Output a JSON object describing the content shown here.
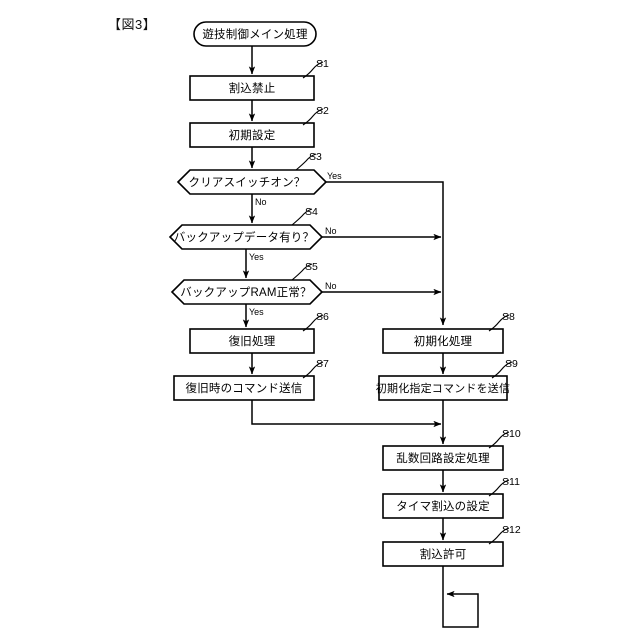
{
  "figure": {
    "label": "【図3】"
  },
  "start": {
    "id": "start",
    "text": "遊技制御メイン処理",
    "shape": "stadium"
  },
  "process_nodes": [
    {
      "step": "S1",
      "text": "割込禁止",
      "shape": "rect",
      "column": "left"
    },
    {
      "step": "S2",
      "text": "初期設定",
      "shape": "rect",
      "column": "left"
    },
    {
      "step": "S6",
      "text": "復旧処理",
      "shape": "rect",
      "column": "left"
    },
    {
      "step": "S7",
      "text": "復旧時のコマンド送信",
      "shape": "rect",
      "column": "left"
    },
    {
      "step": "S8",
      "text": "初期化処理",
      "shape": "rect",
      "column": "right"
    },
    {
      "step": "S9",
      "text": "初期化指定コマンドを送信",
      "shape": "rect",
      "column": "right"
    },
    {
      "step": "S10",
      "text": "乱数回路設定処理",
      "shape": "rect",
      "column": "right"
    },
    {
      "step": "S11",
      "text": "タイマ割込の設定",
      "shape": "rect",
      "column": "right"
    },
    {
      "step": "S12",
      "text": "割込許可",
      "shape": "rect",
      "column": "right"
    }
  ],
  "decision_nodes": [
    {
      "step": "S3",
      "text": "クリアスイッチオン？",
      "shape": "hexagon",
      "yes": "Yes",
      "no": "No"
    },
    {
      "step": "S4",
      "text": "バックアップデータ有り？",
      "shape": "hexagon",
      "yes": "Yes",
      "no": "No"
    },
    {
      "step": "S5",
      "text": "バックアップRAM正常？",
      "shape": "hexagon",
      "yes": "Yes",
      "no": "No"
    }
  ],
  "edge_labels": {
    "s3_yes": "Yes",
    "s3_no": "No",
    "s4_no": "No",
    "s4_yes": "Yes",
    "s5_no": "No",
    "s5_yes": "Yes"
  },
  "colors": {
    "stroke": "#000000",
    "fill": "#ffffff",
    "text": "#000000",
    "background": "#ffffff"
  }
}
